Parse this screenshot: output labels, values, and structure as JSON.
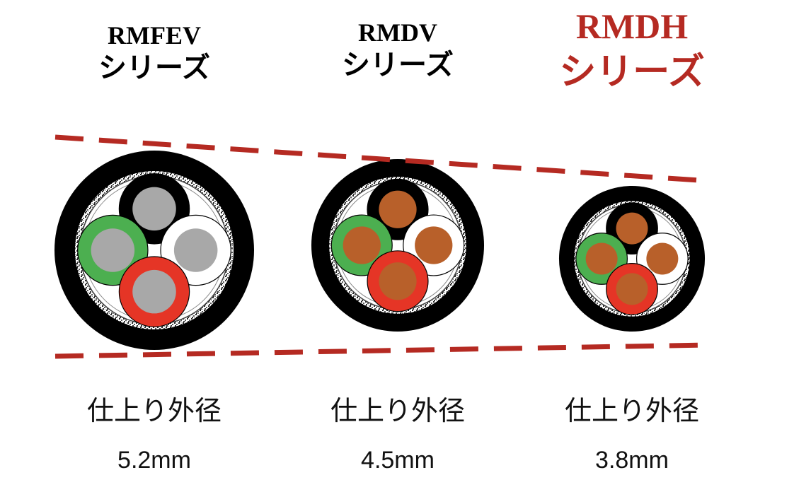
{
  "accent_color": "#b52a22",
  "cables": [
    {
      "name": "RMFEV",
      "suffix": "シリーズ",
      "highlight": false,
      "diameter_label": "仕上り外径",
      "diameter_value": "5.2mm",
      "diameter_mm": 5.2,
      "conductor": "gray"
    },
    {
      "name": "RMDV",
      "suffix": "シリーズ",
      "highlight": false,
      "diameter_label": "仕上り外径",
      "diameter_value": "4.5mm",
      "diameter_mm": 4.5,
      "conductor": "copper"
    },
    {
      "name": "RMDH",
      "suffix": "シリーズ",
      "highlight": true,
      "diameter_label": "仕上り外径",
      "diameter_value": "3.8mm",
      "diameter_mm": 3.8,
      "conductor": "copper"
    }
  ],
  "colors": {
    "jacket": "#000000",
    "shield": "#8a8a8a",
    "conductor_gray": "#a8a8a8",
    "conductor_copper": "#b8602a",
    "insulation_black": "#000000",
    "insulation_green": "#4caf50",
    "insulation_white": "#ffffff",
    "insulation_red": "#e53526"
  }
}
